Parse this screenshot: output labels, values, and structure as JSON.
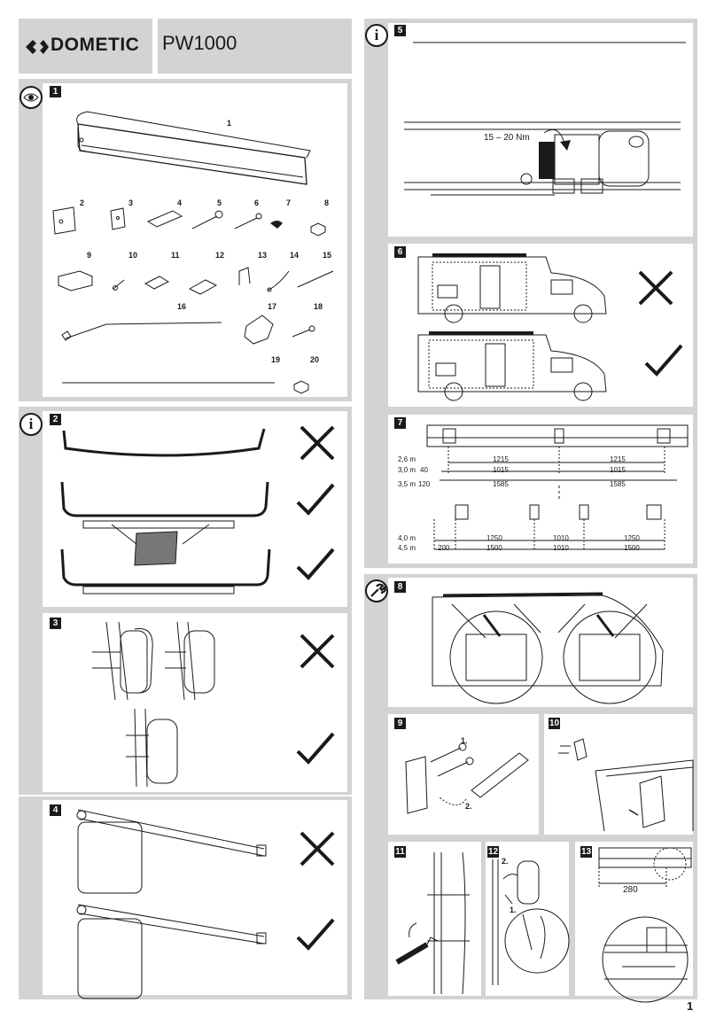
{
  "header": {
    "brand": "DOMETIC",
    "model": "PW1000"
  },
  "page_number": "1",
  "steps": {
    "s1": "1",
    "s2": "2",
    "s3": "3",
    "s4": "4",
    "s5": "5",
    "s6": "6",
    "s7": "7",
    "s8": "8",
    "s9": "9",
    "s10": "10",
    "s11": "11",
    "s12": "12",
    "s13": "13"
  },
  "parts": [
    "1",
    "2",
    "3",
    "4",
    "5",
    "6",
    "7",
    "8",
    "9",
    "10",
    "11",
    "12",
    "13",
    "14",
    "15",
    "16",
    "17",
    "18",
    "19",
    "20"
  ],
  "icons": {
    "eye": "eye-icon",
    "info": "info-icon",
    "wrench": "wrench-icon"
  },
  "step5": {
    "torque": "15 – 20 Nm"
  },
  "step7": {
    "row1_label": "2,6 m",
    "row2_label": "3,0 m",
    "row2_offset": "40",
    "row3_label": "3,5 m",
    "row3_offset": "120",
    "r1a": "1215",
    "r1b": "1215",
    "r2a": "1015",
    "r2b": "1015",
    "r3a": "1585",
    "r3b": "1585",
    "row4_label": "4,0 m",
    "row5_label": "4,5 m",
    "r5_offset": "200",
    "r4a": "1250",
    "r4b": "1010",
    "r4c": "1250",
    "r5a": "1500",
    "r5b": "1010",
    "r5c": "1500"
  },
  "step9": {
    "a": "1.",
    "b": "2."
  },
  "step12": {
    "a": "2.",
    "b": "1."
  },
  "step13": {
    "dim": "280"
  }
}
